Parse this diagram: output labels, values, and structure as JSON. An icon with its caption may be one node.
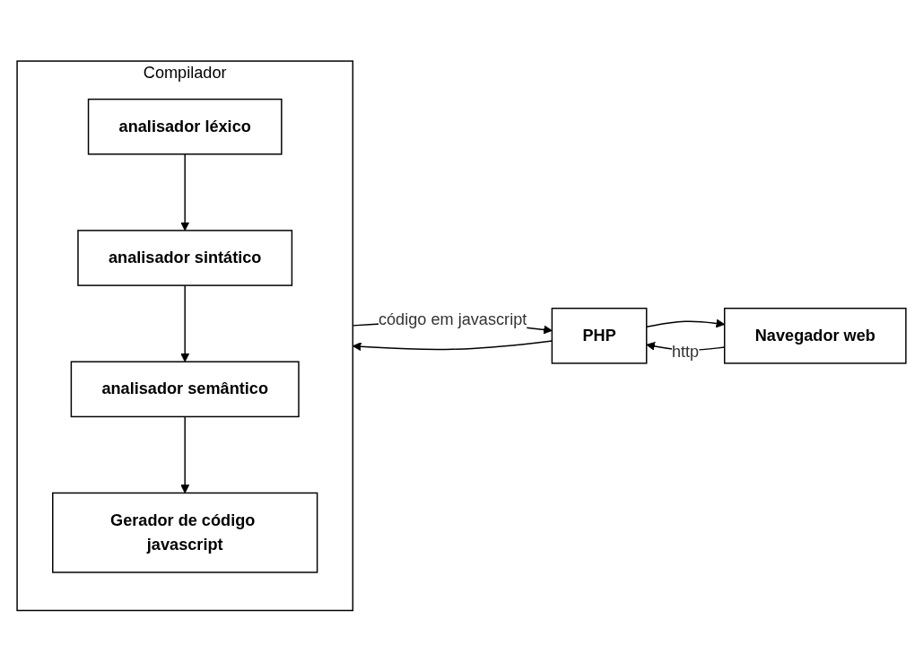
{
  "diagram": {
    "nodes": [
      {
        "text": [
          "Navegador web"
        ]
      },
      {
        "text": [
          "PHP"
        ]
      },
      {
        "text": [
          "Compilador"
        ]
      },
      {
        "text": [
          "analisador léxico"
        ],
        "in": 2
      },
      {
        "text": [
          "analisador sintático"
        ],
        "in": 2
      },
      {
        "text": [
          "analisador semântico"
        ],
        "in": 2
      },
      {
        "text": [
          "Gerador de código javascript"
        ],
        "in": 2
      }
    ],
    "edges": [
      {
        "from": 0,
        "to": 1,
        "arrow": "to",
        "label": "http"
      },
      {
        "from": 1,
        "to": 0,
        "arrow": "to"
      },
      {
        "from": 1,
        "to": 2,
        "arrow": "to"
      },
      {
        "from": 3,
        "to": 4,
        "arrow": "to"
      },
      {
        "from": 4,
        "to": 5,
        "arrow": "to"
      },
      {
        "from": 5,
        "to": 6,
        "arrow": "to"
      },
      {
        "from": 2,
        "to": 1,
        "arrow": "to",
        "label": "código em javascript"
      }
    ]
  }
}
